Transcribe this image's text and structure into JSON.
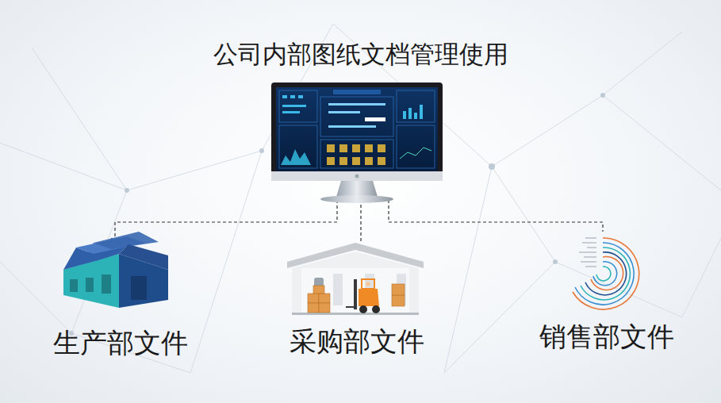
{
  "diagram": {
    "title": "公司内部图纸文档管理使用",
    "nodes": [
      {
        "text": [
          "生产部文件"
        ]
      },
      {
        "text": [
          "采购部文件"
        ]
      },
      {
        "text": [
          "销售部文件"
        ]
      }
    ]
  }
}
